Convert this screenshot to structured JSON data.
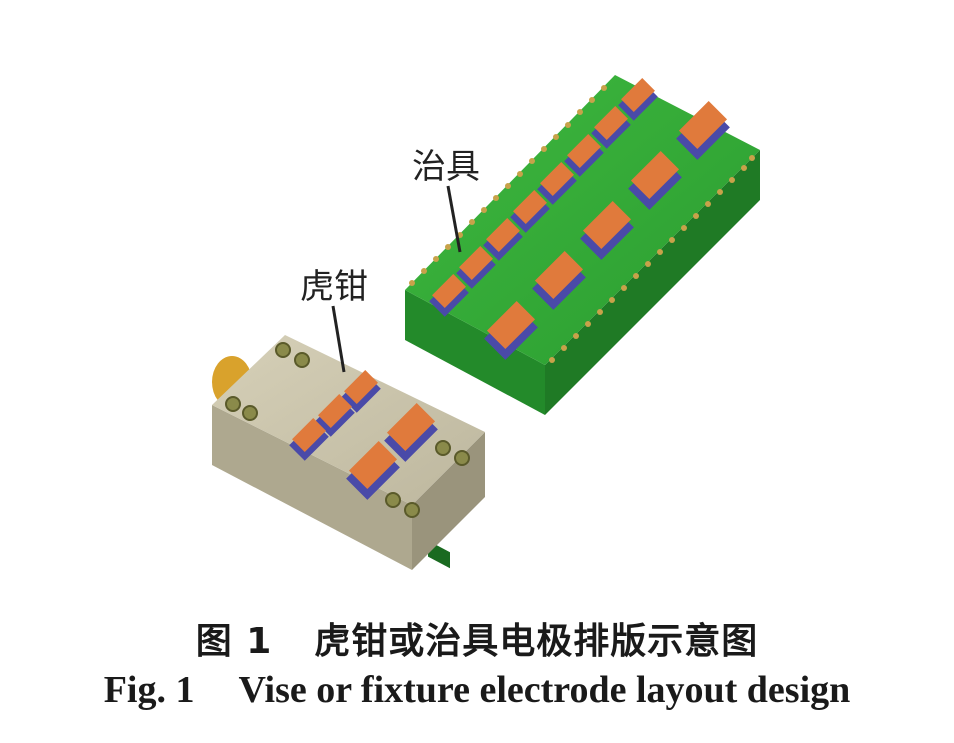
{
  "labels": {
    "fixture": "治具",
    "vise": "虎钳"
  },
  "caption": {
    "cn_number": "图 1",
    "cn_text": "虎钳或治具电极排版示意图",
    "en_number": "Fig. 1",
    "en_text": "Vise or fixture electrode layout design"
  },
  "colors": {
    "fixture_body": "#2f9e35",
    "vise_body": "#c7c1a8",
    "electrode": "#e07a3c",
    "electrode_base": "#4a4aa8",
    "pins": "#c8a24a"
  }
}
